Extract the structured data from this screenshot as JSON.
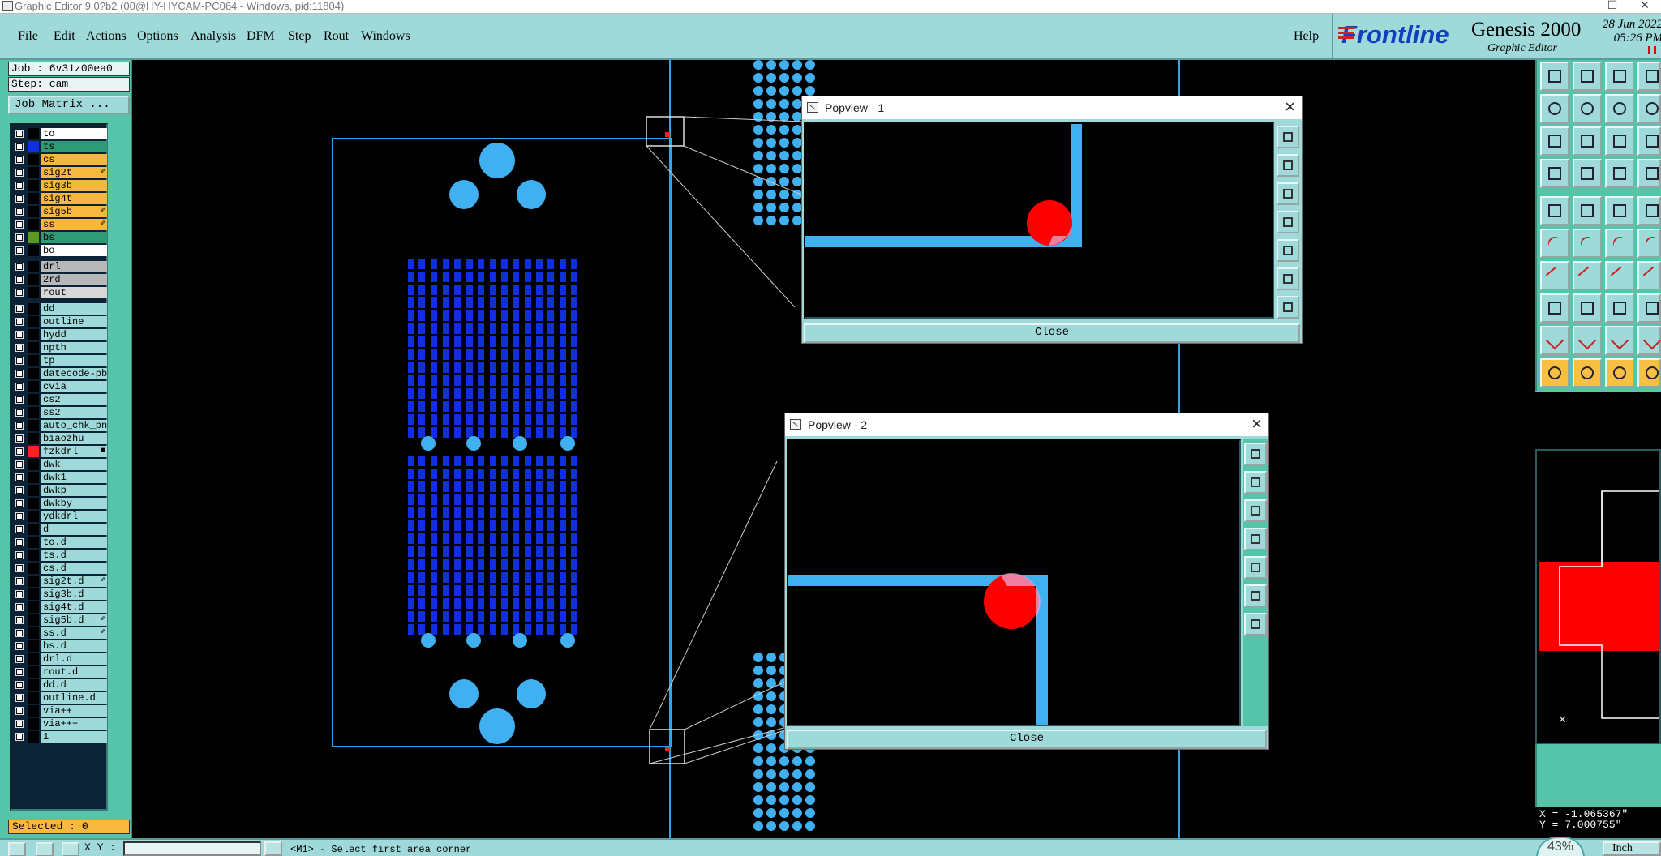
{
  "window": {
    "title": "Graphic Editor 9.0?b2 (00@HY-HYCAM-PC064 - Windows, pid:11804)",
    "minimize": "—",
    "maximize": "☐",
    "close": "✕"
  },
  "menu": {
    "items": [
      "File",
      "Edit",
      "Actions",
      "Options",
      "Analysis",
      "DFM",
      "Step",
      "Rout",
      "Windows"
    ],
    "help": "Help"
  },
  "brand": {
    "logo_text": "Frontline",
    "product": "Genesis 2000",
    "subtitle": "Graphic Editor",
    "date": "28 Jun 2022",
    "time": "05:26 PM"
  },
  "job": {
    "job_label": "Job : 6v31z00ea0",
    "step_label": "Step: cam",
    "matrix_button": "Job Matrix ...",
    "selected": "Selected : 0"
  },
  "layers": [
    {
      "name": "to",
      "swatch": "#000000",
      "fill": "#ffffff",
      "tag": ""
    },
    {
      "name": "ts",
      "swatch": "#1030e0",
      "fill": "#2e9a76",
      "tag": ""
    },
    {
      "name": "cs",
      "swatch": "#000000",
      "fill": "#f8b840",
      "tag": ""
    },
    {
      "name": "sig2t",
      "swatch": "#000000",
      "fill": "#f8b840",
      "tag": "✐"
    },
    {
      "name": "sig3b",
      "swatch": "#000000",
      "fill": "#f8b840",
      "tag": ""
    },
    {
      "name": "sig4t",
      "swatch": "#000000",
      "fill": "#f8b840",
      "tag": ""
    },
    {
      "name": "sig5b",
      "swatch": "#000000",
      "fill": "#f8b840",
      "tag": "✐"
    },
    {
      "name": "ss",
      "swatch": "#000000",
      "fill": "#f8b840",
      "tag": "✐"
    },
    {
      "name": "bs",
      "swatch": "#5a9a20",
      "fill": "#2e9a76",
      "tag": ""
    },
    {
      "name": "bo",
      "swatch": "#000000",
      "fill": "#ffffff",
      "tag": ""
    },
    {
      "name": "drl",
      "swatch": "#000000",
      "fill": "#b8b8b8",
      "tag": ""
    },
    {
      "name": "2rd",
      "swatch": "#000000",
      "fill": "#b8b8b8",
      "tag": ""
    },
    {
      "name": "rout",
      "swatch": "#000000",
      "fill": "#d8d8d8",
      "tag": ""
    },
    {
      "name": "dd",
      "swatch": "#000000",
      "fill": "#9fd9d9",
      "tag": ""
    },
    {
      "name": "outline",
      "swatch": "#000000",
      "fill": "#9fd9d9",
      "tag": ""
    },
    {
      "name": "hydd",
      "swatch": "#000000",
      "fill": "#9fd9d9",
      "tag": ""
    },
    {
      "name": "npth",
      "swatch": "#000000",
      "fill": "#9fd9d9",
      "tag": ""
    },
    {
      "name": "tp",
      "swatch": "#000000",
      "fill": "#9fd9d9",
      "tag": ""
    },
    {
      "name": "datecode-pbe",
      "swatch": "#000000",
      "fill": "#9fd9d9",
      "tag": ""
    },
    {
      "name": "cvia",
      "swatch": "#000000",
      "fill": "#9fd9d9",
      "tag": ""
    },
    {
      "name": "cs2",
      "swatch": "#000000",
      "fill": "#9fd9d9",
      "tag": ""
    },
    {
      "name": "ss2",
      "swatch": "#000000",
      "fill": "#9fd9d9",
      "tag": ""
    },
    {
      "name": "auto_chk_pn",
      "swatch": "#000000",
      "fill": "#9fd9d9",
      "tag": ""
    },
    {
      "name": "biaozhu",
      "swatch": "#000000",
      "fill": "#9fd9d9",
      "tag": ""
    },
    {
      "name": "fzkdrl",
      "swatch": "#ff2020",
      "fill": "#9fd9d9",
      "tag": "■"
    },
    {
      "name": "dwk",
      "swatch": "#000000",
      "fill": "#9fd9d9",
      "tag": ""
    },
    {
      "name": "dwk1",
      "swatch": "#000000",
      "fill": "#9fd9d9",
      "tag": ""
    },
    {
      "name": "dwkp",
      "swatch": "#000000",
      "fill": "#9fd9d9",
      "tag": ""
    },
    {
      "name": "dwkby",
      "swatch": "#000000",
      "fill": "#9fd9d9",
      "tag": ""
    },
    {
      "name": "ydkdrl",
      "swatch": "#000000",
      "fill": "#9fd9d9",
      "tag": ""
    },
    {
      "name": "d",
      "swatch": "#000000",
      "fill": "#9fd9d9",
      "tag": ""
    },
    {
      "name": "to.d",
      "swatch": "#000000",
      "fill": "#9fd9d9",
      "tag": ""
    },
    {
      "name": "ts.d",
      "swatch": "#000000",
      "fill": "#9fd9d9",
      "tag": ""
    },
    {
      "name": "cs.d",
      "swatch": "#000000",
      "fill": "#9fd9d9",
      "tag": ""
    },
    {
      "name": "sig2t.d",
      "swatch": "#000000",
      "fill": "#9fd9d9",
      "tag": "✐"
    },
    {
      "name": "sig3b.d",
      "swatch": "#000000",
      "fill": "#9fd9d9",
      "tag": ""
    },
    {
      "name": "sig4t.d",
      "swatch": "#000000",
      "fill": "#9fd9d9",
      "tag": ""
    },
    {
      "name": "sig5b.d",
      "swatch": "#000000",
      "fill": "#9fd9d9",
      "tag": "✐"
    },
    {
      "name": "ss.d",
      "swatch": "#000000",
      "fill": "#9fd9d9",
      "tag": "✐"
    },
    {
      "name": "bs.d",
      "swatch": "#000000",
      "fill": "#9fd9d9",
      "tag": ""
    },
    {
      "name": "drl.d",
      "swatch": "#000000",
      "fill": "#9fd9d9",
      "tag": ""
    },
    {
      "name": "rout.d",
      "swatch": "#000000",
      "fill": "#9fd9d9",
      "tag": ""
    },
    {
      "name": "dd.d",
      "swatch": "#000000",
      "fill": "#9fd9d9",
      "tag": ""
    },
    {
      "name": "outline.d",
      "swatch": "#000000",
      "fill": "#9fd9d9",
      "tag": ""
    },
    {
      "name": "via++",
      "swatch": "#000000",
      "fill": "#9fd9d9",
      "tag": ""
    },
    {
      "name": "via+++",
      "swatch": "#000000",
      "fill": "#9fd9d9",
      "tag": ""
    },
    {
      "name": "1",
      "swatch": "#000000",
      "fill": "#9fd9d9",
      "tag": ""
    }
  ],
  "popviews": [
    {
      "title": "Popview - 1",
      "close_label": "Close"
    },
    {
      "title": "Popview - 2",
      "close_label": "Close"
    }
  ],
  "toolbar_icons": [
    "zoom-home-icon",
    "zoom-fit-icon",
    "zoom-profile-icon",
    "zoom-extra-icon",
    "pan-left-icon",
    "pan-right-icon",
    "zoom-back-icon",
    "zoom-area-icon",
    "fit-screen-icon",
    "center-icon",
    "scale-1-2-icon",
    "help-query-icon",
    "measure-icon",
    "grid-icon",
    "snap-icon",
    "snap-extra-icon",
    "pad-icon",
    "line-to-icon",
    "ruler-icon",
    "dot-icon",
    "connect-icon",
    "cross-icon",
    "arc-point-icon",
    "arc-point-2-icon",
    "draw-angle-icon",
    "draw-line-icon",
    "rotate-arc-icon",
    "feature-icon",
    "pad-select-icon",
    "dash-icon",
    "grid-snap-icon",
    "shape-icon",
    "triangle-icon",
    "triangle-2-icon",
    "triangle-3-icon",
    "triangle-4-icon",
    "pointer-icon",
    "pointer-select-icon",
    "pointer-circle-icon",
    "pointer-move-icon"
  ],
  "status": {
    "xy_label": "X Y :",
    "xy_value": "",
    "message": "<M1> - Select first area corner",
    "zoom": "43%",
    "units": "Inch",
    "coord_x": "X = -1.065367\"",
    "coord_y": "Y = 7.000755\""
  },
  "colors": {
    "panel": "#56c4a8",
    "menubar": "#9fd9d9",
    "feature_blue": "#1030e0",
    "pad_light_blue": "#40b0f0",
    "highlight_red": "#ff0000",
    "profile_blue": "#3aa0e0"
  }
}
